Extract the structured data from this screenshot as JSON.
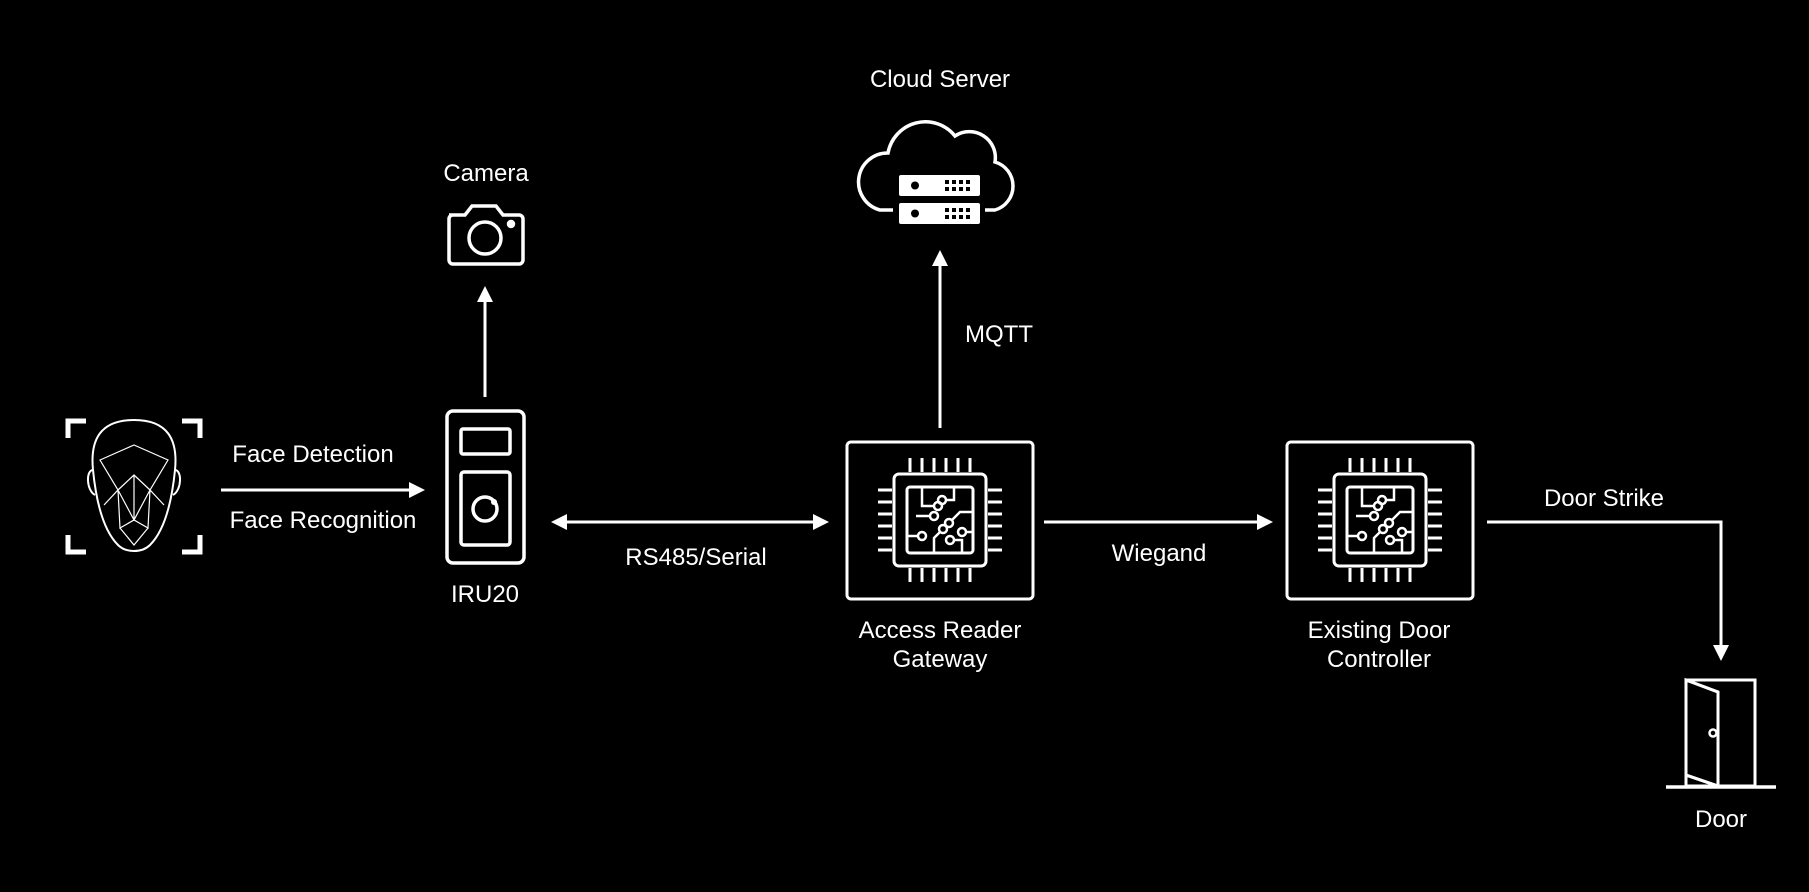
{
  "labels": {
    "camera": "Camera",
    "cloud_server": "Cloud Server",
    "mqtt": "MQTT",
    "face_detection": "Face Detection",
    "face_recognition": "Face Recognition",
    "iru20": "IRU20",
    "rs485_serial": "RS485/Serial",
    "access_reader_gateway_line1": "Access Reader",
    "access_reader_gateway_line2": "Gateway",
    "wiegand": "Wiegand",
    "existing_door_controller_line1": "Existing Door",
    "existing_door_controller_line2": "Controller",
    "door_strike": "Door Strike",
    "door": "Door"
  },
  "icons": {
    "face": "face-scan-icon",
    "camera": "camera-icon",
    "cloud": "cloud-server-icon",
    "reader": "reader-device-icon",
    "gateway_chip": "chip-icon",
    "controller_chip": "chip-icon",
    "door": "door-icon"
  },
  "colors": {
    "background": "#000000",
    "foreground": "#ffffff"
  }
}
